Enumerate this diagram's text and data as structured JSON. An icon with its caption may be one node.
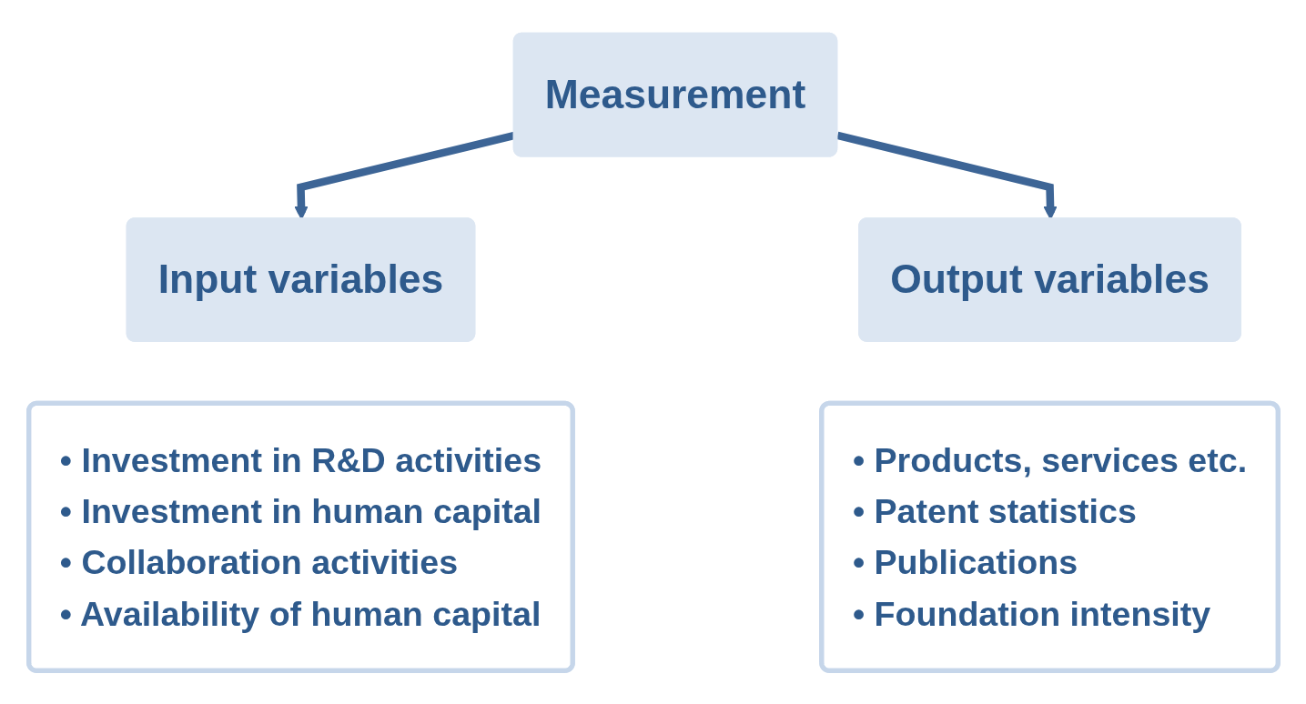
{
  "diagram": {
    "nodes": [
      {
        "text": [
          "Measurement"
        ]
      },
      {
        "text": [
          "Input variables"
        ]
      },
      {
        "text": [
          "• Investment in R&D activities",
          "• Investment in human capital",
          "• Collaboration activities",
          "• Availability of human capital"
        ]
      },
      {
        "text": [
          "Output variables"
        ]
      },
      {
        "text": [
          "• Products, services etc.",
          "• Patent statistics",
          "• Publications",
          "• Foundation intensity"
        ]
      }
    ],
    "edges": [
      {
        "from": 0,
        "to": 1,
        "arrow": "to"
      },
      {
        "from": 0,
        "to": 3,
        "arrow": "to"
      }
    ]
  }
}
